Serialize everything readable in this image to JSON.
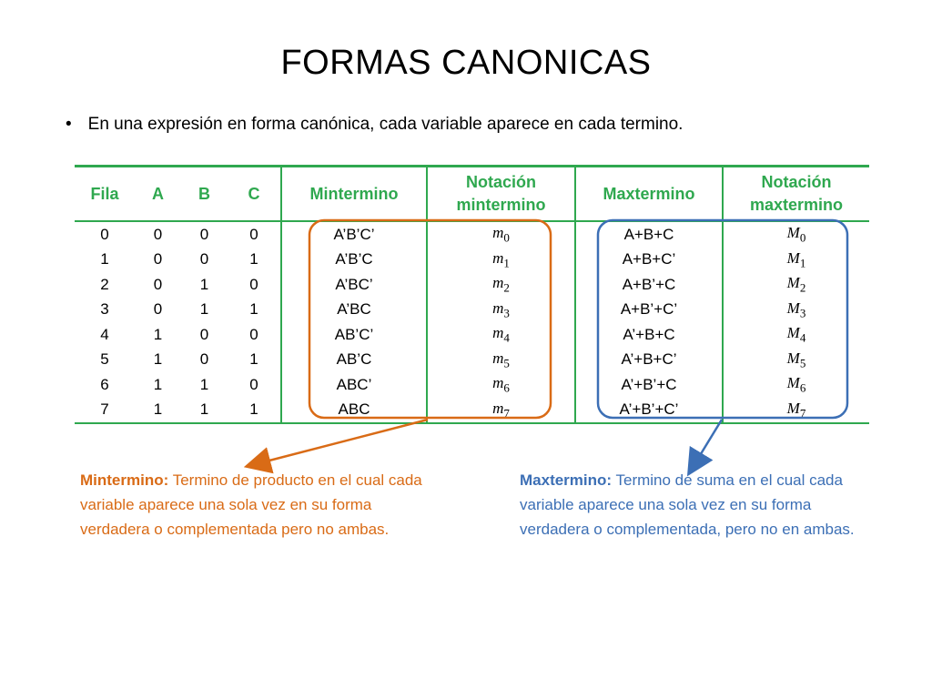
{
  "title": "FORMAS CANONICAS",
  "bullet": "En una expresión en forma canónica, cada variable aparece en cada termino.",
  "table": {
    "headers": [
      "Fila",
      "A",
      "B",
      "C",
      "Mintermino",
      "Notación\nmintermino",
      "Maxtermino",
      "Notación\nmaxtermino"
    ],
    "rows": [
      [
        "0",
        "0",
        "0",
        "0",
        "A’B’C’",
        "m",
        "0",
        "A+B+C",
        "M",
        "0"
      ],
      [
        "1",
        "0",
        "0",
        "1",
        "A’B’C",
        "m",
        "1",
        "A+B+C’",
        "M",
        "1"
      ],
      [
        "2",
        "0",
        "1",
        "0",
        "A’BC’",
        "m",
        "2",
        "A+B’+C",
        "M",
        "2"
      ],
      [
        "3",
        "0",
        "1",
        "1",
        "A’BC",
        "m",
        "3",
        "A+B’+C’",
        "M",
        "3"
      ],
      [
        "4",
        "1",
        "0",
        "0",
        "AB’C’",
        "m",
        "4",
        "A’+B+C",
        "M",
        "4"
      ],
      [
        "5",
        "1",
        "0",
        "1",
        "AB’C",
        "m",
        "5",
        "A’+B+C’",
        "M",
        "5"
      ],
      [
        "6",
        "1",
        "1",
        "0",
        "ABC’",
        "m",
        "6",
        "A’+B’+C",
        "M",
        "6"
      ],
      [
        "7",
        "1",
        "1",
        "1",
        "ABC",
        "m",
        "7",
        "A’+B’+C’",
        "M",
        "7"
      ]
    ]
  },
  "mintermino_desc": {
    "term": "Mintermino:",
    "text": " Termino de producto en el cual cada variable aparece una sola vez en su forma verdadera o complementada pero no ambas."
  },
  "maxtermino_desc": {
    "term": "Maxtermino:",
    "text": " Termino de suma en el cual cada variable aparece una sola vez en su forma verdadera o complementada, pero no en ambas."
  },
  "colors": {
    "table_accent": "#2fa84f",
    "mintermino": "#d96b16",
    "maxtermino": "#3c6fb5"
  }
}
